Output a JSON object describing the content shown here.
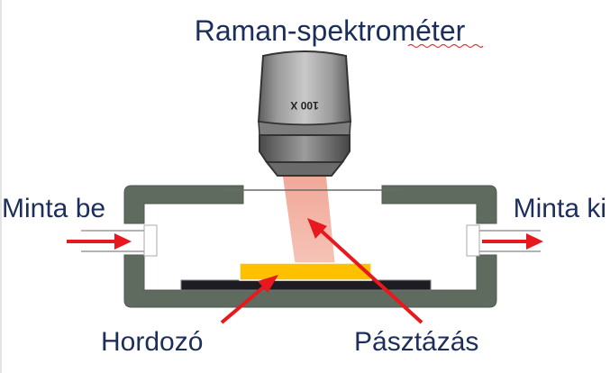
{
  "labels": {
    "title": "Raman-spektrométer",
    "inlet": "Minta be",
    "outlet": "Minta ki",
    "substrate": "Hordozó",
    "scanning": "Pásztázás",
    "objective_mark": "100 X"
  },
  "colors": {
    "text": "#1c2f5c",
    "chamber": "#5f6b5f",
    "substrate": "#ffc000",
    "stage": "#1c1c22",
    "laser": "#f3b0a2",
    "arrow": "#e8191e",
    "objective_body": "#8d8d8d"
  },
  "icons": {
    "objective": "microscope-objective-icon",
    "flow_in": "arrow-right-icon",
    "flow_out": "arrow-right-icon"
  }
}
